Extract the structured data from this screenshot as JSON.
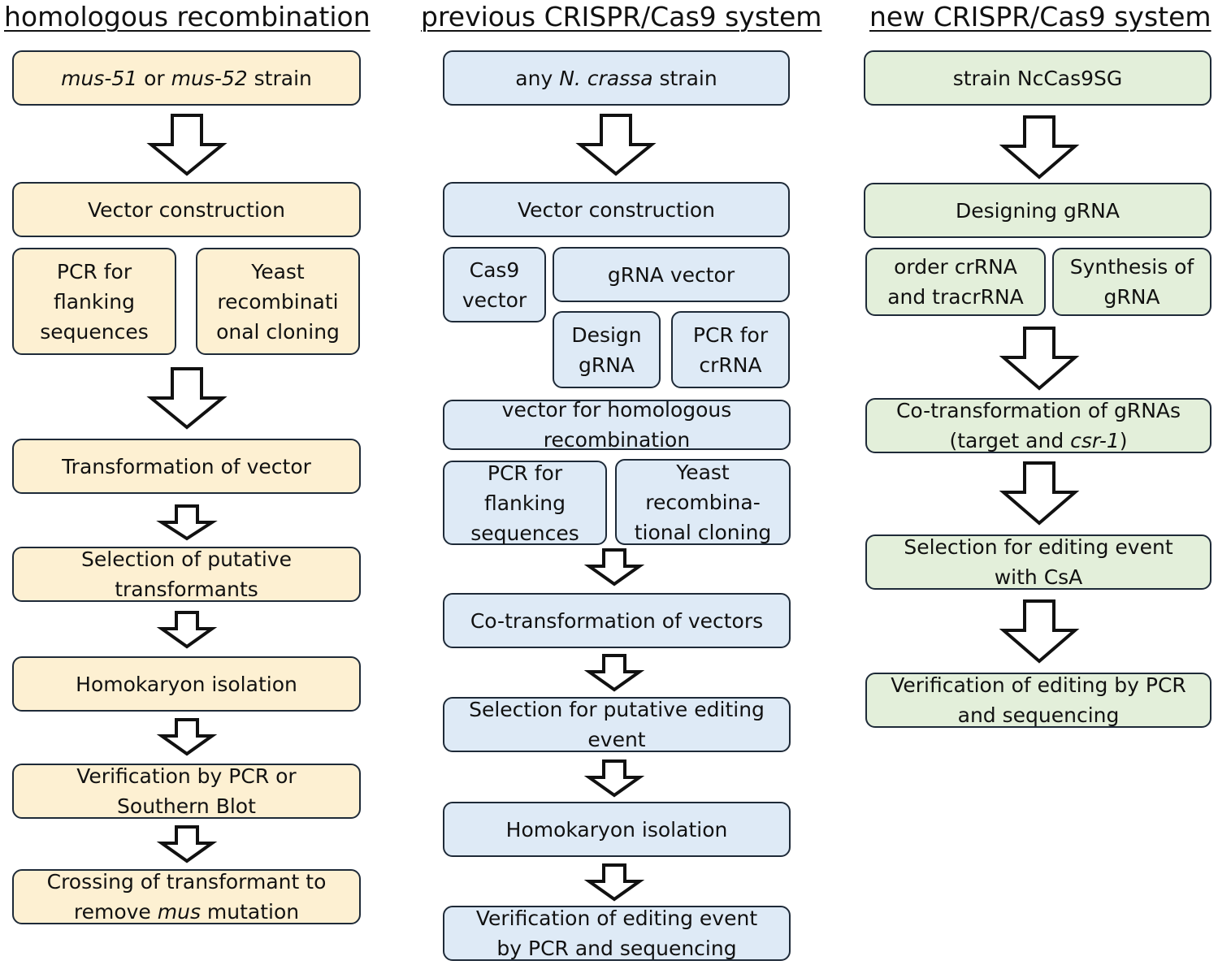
{
  "columns": [
    {
      "heading": "homologous recombination",
      "steps": {
        "start": [
          "mus-51 or mus-52 strain"
        ],
        "vector": [
          "Vector construction"
        ],
        "pcr": [
          "PCR for",
          "flanking",
          "sequences"
        ],
        "yeast": [
          "Yeast",
          "recombinati",
          "onal cloning"
        ],
        "transform": [
          "Transformation of vector"
        ],
        "selection": [
          "Selection of putative",
          "transformants"
        ],
        "homokaryon": [
          "Homokaryon isolation"
        ],
        "verify": [
          "Verification by PCR or",
          "Southern Blot"
        ],
        "cross": [
          "Crossing of transformant to",
          "remove mus mutation"
        ]
      }
    },
    {
      "heading": "previous CRISPR/Cas9 system",
      "steps": {
        "start": [
          "any N. crassa strain"
        ],
        "vector": [
          "Vector construction"
        ],
        "cas9": [
          "Cas9",
          "vector"
        ],
        "grna_vector": [
          "gRNA vector"
        ],
        "design": [
          "Design",
          "gRNA"
        ],
        "pcr_crrna": [
          "PCR for",
          "crRNA"
        ],
        "homolog_vector": [
          "vector for homologous",
          "recombination"
        ],
        "pcr": [
          "PCR for",
          "flanking",
          "sequences"
        ],
        "yeast": [
          "Yeast",
          "recombina-",
          "tional cloning"
        ],
        "cotransform": [
          "Co-transformation of vectors"
        ],
        "selection": [
          "Selection for putative editing",
          "event"
        ],
        "homokaryon": [
          "Homokaryon isolation"
        ],
        "verify": [
          "Verification of editing event",
          "by PCR and sequencing"
        ]
      }
    },
    {
      "heading": "new CRISPR/Cas9 system",
      "steps": {
        "start": [
          "strain NcCas9SG"
        ],
        "design": [
          "Designing gRNA"
        ],
        "order": [
          "order crRNA",
          "and tracrRNA"
        ],
        "synthesis": [
          "Synthesis of",
          "gRNA"
        ],
        "cotransform": [
          "Co-transformation of gRNAs",
          "(target and csr-1)"
        ],
        "selection": [
          "Selection for editing event",
          "with CsA"
        ],
        "verify": [
          "Verification of editing by PCR",
          "and sequencing"
        ]
      }
    }
  ],
  "italic_terms": [
    "mus-51",
    "mus-52",
    "N. crassa",
    "mus",
    "csr-1"
  ],
  "colors": {
    "homologous_fill": "#fdf0d2",
    "previous_fill": "#deeaf6",
    "new_fill": "#e3efda",
    "border": "#1e2a38",
    "arrow_stroke": "#111111"
  }
}
